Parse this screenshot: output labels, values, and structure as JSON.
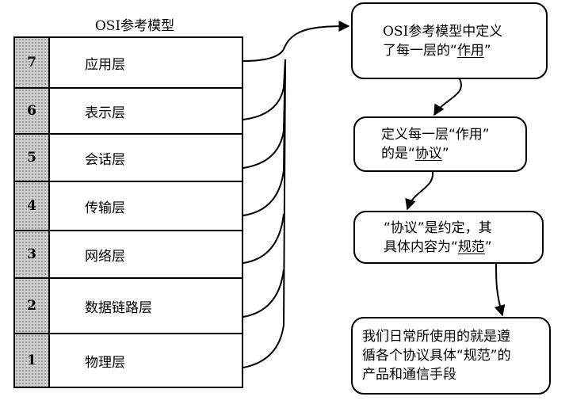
{
  "diagram": {
    "title": "OSI参考模型",
    "layers": [
      {
        "num": "7",
        "name": "应用层"
      },
      {
        "num": "6",
        "name": "表示层"
      },
      {
        "num": "5",
        "name": "会话层"
      },
      {
        "num": "4",
        "name": "传输层"
      },
      {
        "num": "3",
        "name": "网络层"
      },
      {
        "num": "2",
        "name": "数据链路层"
      },
      {
        "num": "1",
        "name": "物理层"
      }
    ],
    "box1": {
      "line1": "OSI参考模型中定义",
      "line2_pre": "了每一层的“",
      "line2_u": "作用",
      "line2_post": "”"
    },
    "box2": {
      "line1": "定义每一层“作用”",
      "line2_pre": "的是“",
      "line2_u": "协议",
      "line2_post": "”"
    },
    "box3": {
      "line1": "“协议”是约定，其",
      "line2_pre": "具体内容为“",
      "line2_u": "规范",
      "line2_post": "”"
    },
    "box4": {
      "line1": "我们日常所使用的就是遵",
      "line2": "循各个协议具体“规范”的",
      "line3": "产品和通信手段"
    }
  }
}
